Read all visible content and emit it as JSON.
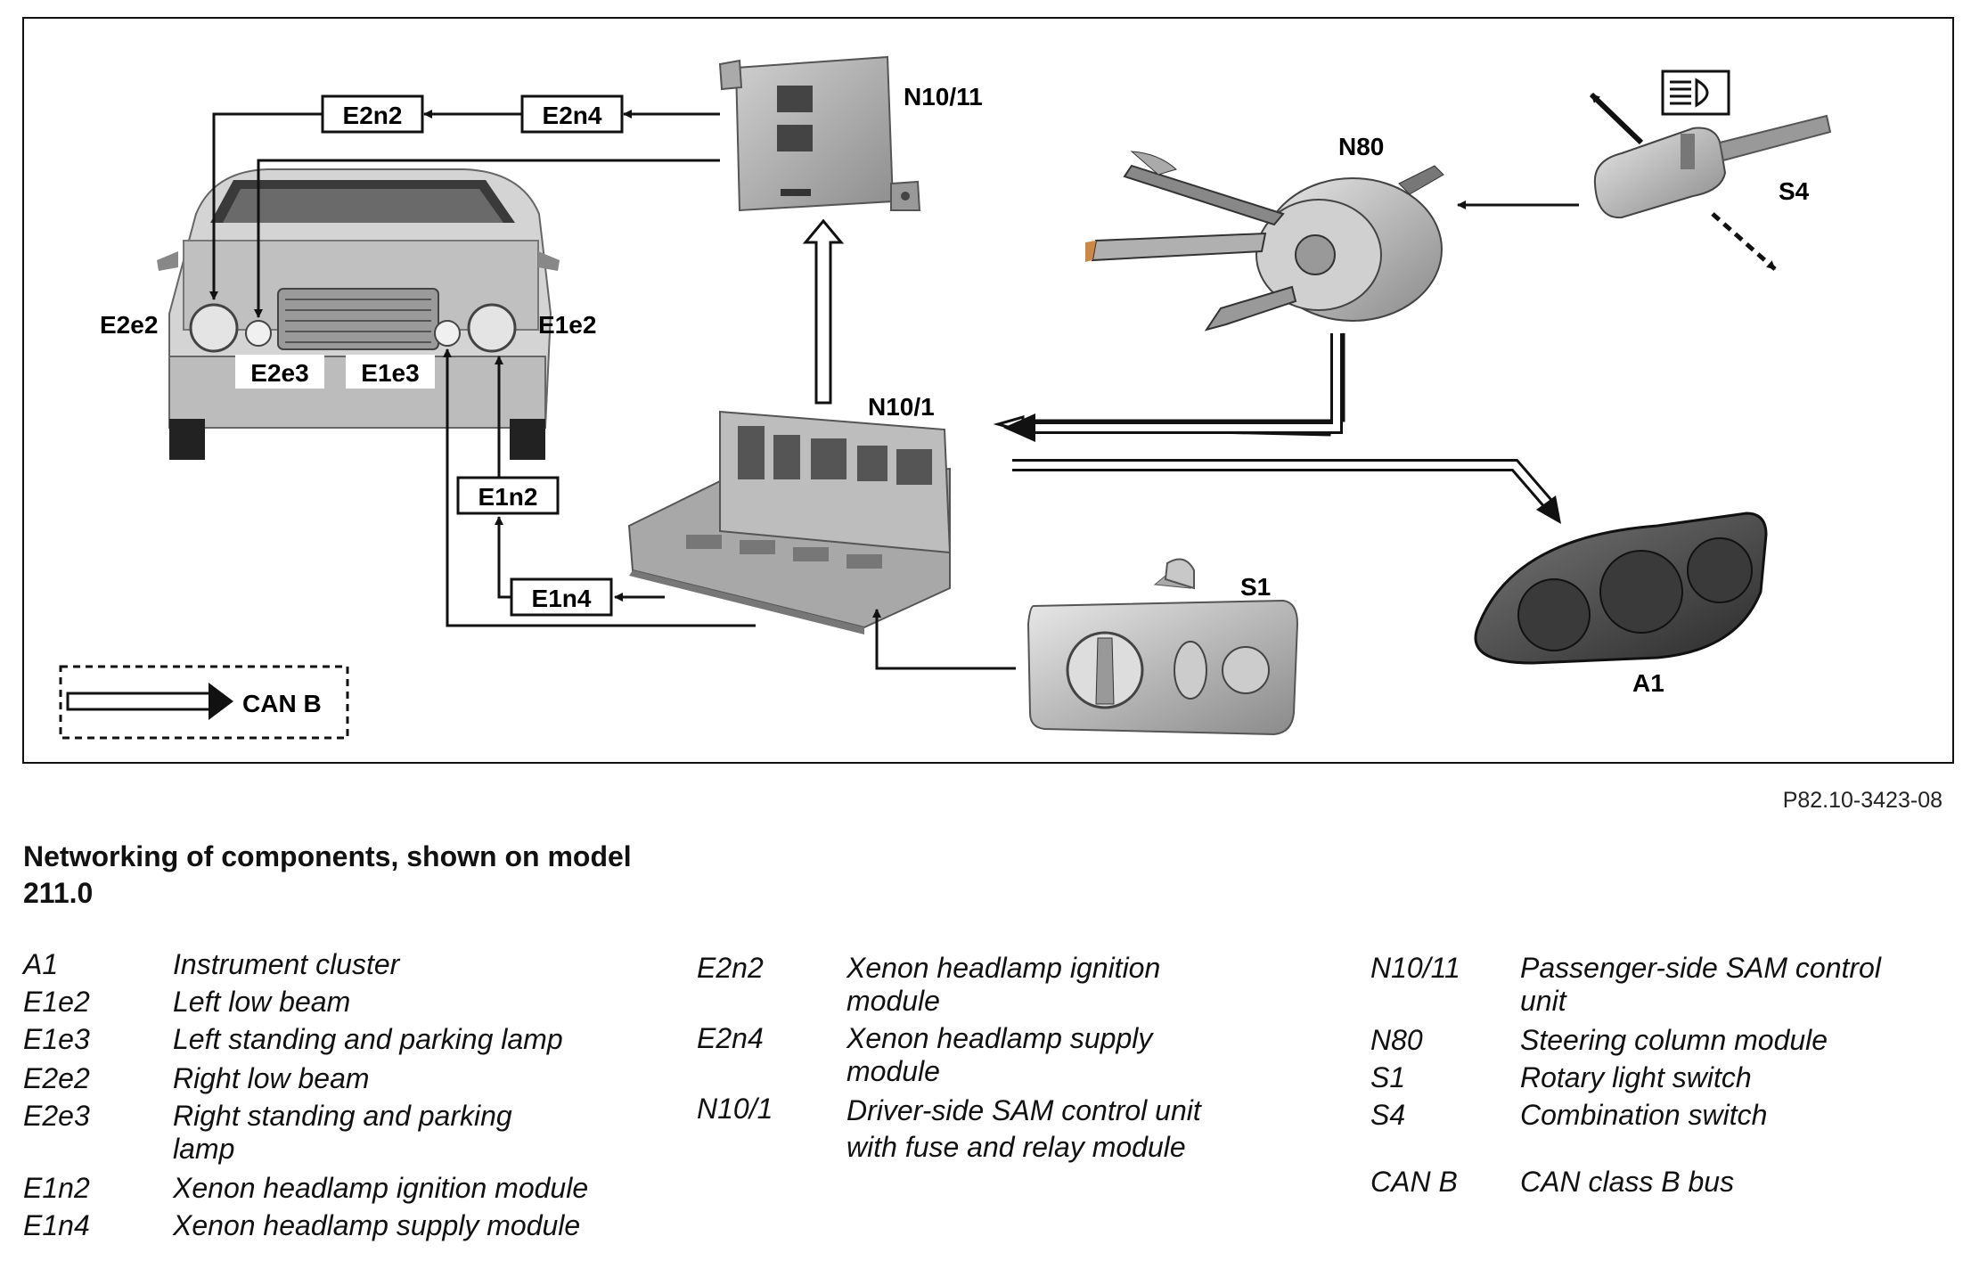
{
  "labels": {
    "n10_11": "N10/11",
    "n80": "N80",
    "s4": "S4",
    "e2n2": "E2n2",
    "e2n4": "E2n4",
    "e2e2": "E2e2",
    "e1e2": "E1e2",
    "e2e3": "E2e3",
    "e1e3": "E1e3",
    "n10_1": "N10/1",
    "e1n2": "E1n2",
    "e1n4": "E1n4",
    "s1": "S1",
    "a1": "A1",
    "can_b": "CAN B"
  },
  "reference": "P82.10-3423-08",
  "caption": "Networking of components, shown on model 211.0",
  "legend": {
    "col1": [
      {
        "code": "A1",
        "desc": "Instrument cluster"
      },
      {
        "code": "E1e2",
        "desc": "Left low beam"
      },
      {
        "code": "E1e3",
        "desc": "Left standing and parking lamp"
      },
      {
        "code": "E2e2",
        "desc": "Right low beam"
      },
      {
        "code": "E2e3",
        "desc": "Right standing and parking lamp"
      },
      {
        "code": "E1n2",
        "desc": "Xenon headlamp ignition module"
      },
      {
        "code": "E1n4",
        "desc": "Xenon headlamp supply module"
      }
    ],
    "col2": [
      {
        "code": "E2n2",
        "desc": "Xenon headlamp ignition module"
      },
      {
        "code": "E2n4",
        "desc": "Xenon headlamp supply module"
      },
      {
        "code": "N10/1",
        "desc": "Driver-side SAM control unit with fuse and relay module"
      }
    ],
    "col3": [
      {
        "code": "N10/11",
        "desc": "Passenger-side SAM control unit"
      },
      {
        "code": "N80",
        "desc": "Steering column module"
      },
      {
        "code": "S1",
        "desc": "Rotary light switch"
      },
      {
        "code": "S4",
        "desc": "Combination switch"
      },
      {
        "code": "CAN B",
        "desc": "CAN class B bus"
      }
    ]
  }
}
